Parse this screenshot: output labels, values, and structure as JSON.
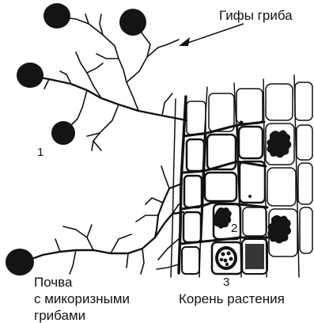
{
  "labels": {
    "hyphae": "Гифы гриба",
    "soil": [
      "Почва",
      "с микоризными",
      "грибами"
    ],
    "root": "Корень растения",
    "num1": "1",
    "num2": "2",
    "num3": "3"
  },
  "colors": {
    "ink": "#111111",
    "background": "#ffffff",
    "spore": "#141414"
  },
  "icons": [
    "arrow-icon"
  ]
}
